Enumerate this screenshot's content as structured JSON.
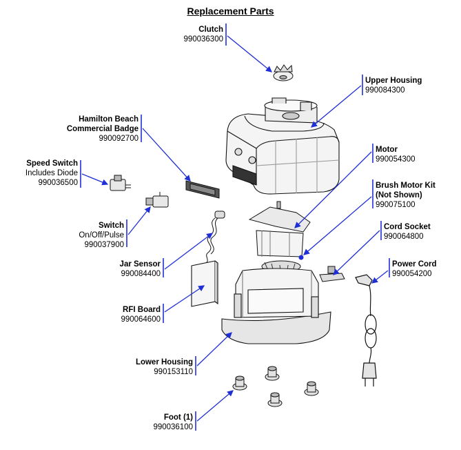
{
  "title": "Replacement Parts",
  "colors": {
    "leader": "#1f2fd6",
    "outline": "#111111",
    "fill": "#f2f2f2"
  },
  "parts": {
    "clutch": {
      "name": "Clutch",
      "number": "990036300"
    },
    "upper_housing": {
      "name": "Upper Housing",
      "number": "990084300"
    },
    "badge": {
      "name_line1": "Hamilton Beach",
      "name_line2": "Commercial Badge",
      "number": "990092700"
    },
    "speed_switch": {
      "name": "Speed Switch",
      "note": "Includes Diode",
      "number": "990036500"
    },
    "switch": {
      "name": "Switch",
      "note": "On/Off/Pulse",
      "number": "990037900"
    },
    "jar_sensor": {
      "name": "Jar Sensor",
      "number": "990084400"
    },
    "rfi_board": {
      "name": "RFI Board",
      "number": "990064600"
    },
    "lower_housing": {
      "name": "Lower Housing",
      "number": "990153110"
    },
    "foot": {
      "name": "Foot (1)",
      "number": "990036100"
    },
    "motor": {
      "name": "Motor",
      "number": "990054300"
    },
    "brush_kit": {
      "name_line1": "Brush Motor Kit",
      "name_line2": "(Not Shown)",
      "number": "990075100"
    },
    "cord_socket": {
      "name": "Cord Socket",
      "number": "990064800"
    },
    "power_cord": {
      "name": "Power Cord",
      "number": "990054200"
    }
  }
}
